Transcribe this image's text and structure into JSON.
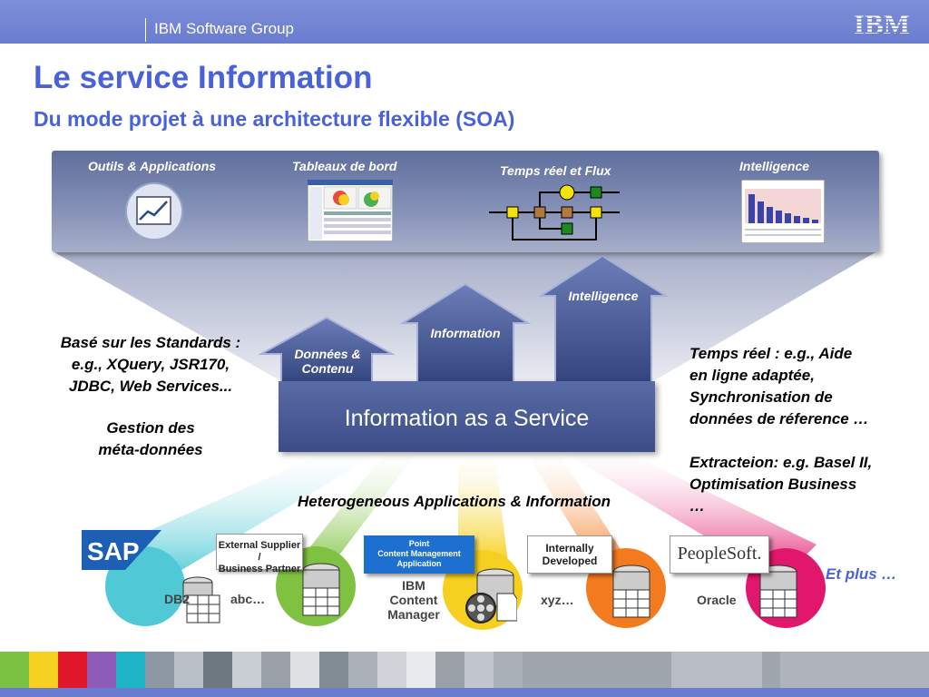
{
  "header": {
    "group": "IBM Software Group",
    "logo_text": "IBM"
  },
  "title": "Le service Information",
  "subtitle": "Du mode projet à une architecture flexible (SOA)",
  "panel": {
    "items": [
      {
        "label": "Outils & Applications",
        "icon": "line-chart-icon"
      },
      {
        "label": "Tableaux de bord",
        "icon": "dashboard-screenshot"
      },
      {
        "label": "Temps réel  et Flux",
        "icon": "flow-diagram-icon"
      },
      {
        "label": "Intelligence",
        "icon": "bar-chart-report"
      }
    ]
  },
  "arrows": {
    "donnees": "Données  &\nContenu",
    "information": "Information",
    "intelligence": "Intelligence"
  },
  "service": "Information as a Service",
  "left_text": {
    "standards": "Basé sur les  Standards :\ne.g., XQuery, JSR170,\nJDBC, Web Services...",
    "metadata": "Gestion des\nméta-données"
  },
  "right_text": {
    "realtime": "Temps réel  : e.g., Aide\nen ligne adaptée,\nSynchronisation de\ndonnées de réference …",
    "extract": "Extracteion: e.g. Basel II,\nOptimisation Business\n…"
  },
  "hetero_label": "Heterogeneous Applications & Information",
  "sources": {
    "sap_logo": "SAP",
    "db2": "DB2",
    "abc": "abc…",
    "external": "External Supplier /\nBusiness Partner",
    "point": "Point\nContent Management\nApplication",
    "ibm_cm": "IBM\nContent\nManager",
    "internal": "Internally\nDeveloped",
    "xyz": "xyz…",
    "peoplesoft": "PeopleSoft.",
    "oracle": "Oracle",
    "more": "Et plus …"
  },
  "colors": {
    "accent": "#4a62d8",
    "cyan": "#4fc9d6",
    "green": "#7fc241",
    "yellow": "#f5d020",
    "orange": "#f47a20",
    "pink": "#e0176c"
  }
}
